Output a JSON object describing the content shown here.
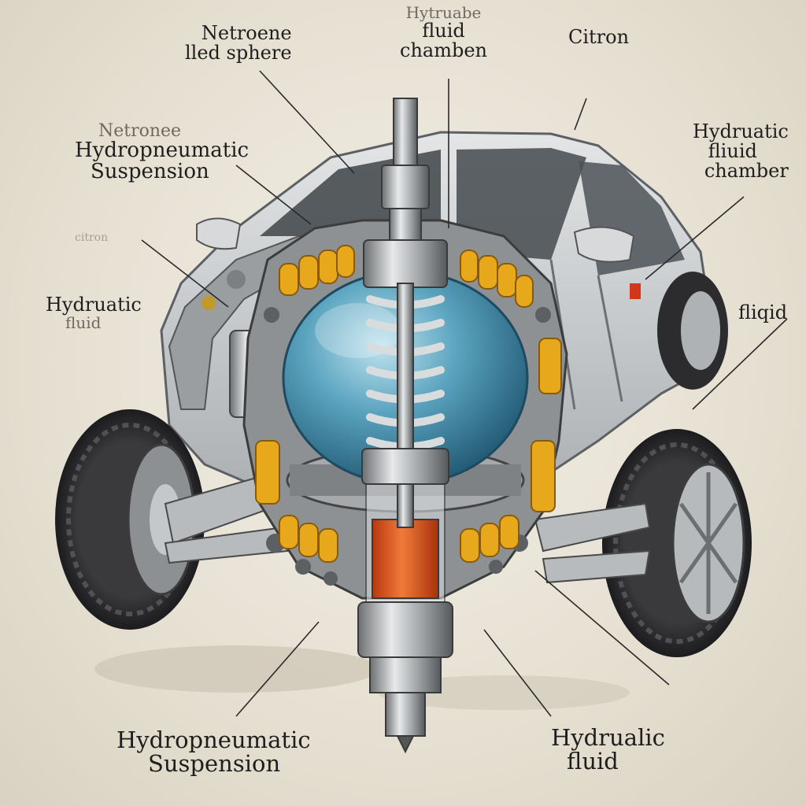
{
  "labels": {
    "top_center": [
      "Hytruabe",
      "fluid",
      "chamben"
    ],
    "top_left_sphere": [
      "Netroene",
      "lled sphere"
    ],
    "top_right_brand": "Citron",
    "left_upper": [
      "Netronee",
      "Hydropneumatic",
      "Suspension"
    ],
    "left_faded": "citron",
    "left_mid": [
      "Hydruatic",
      "fluid"
    ],
    "right_upper": [
      "Hydruatic",
      "fliuid",
      "chamber"
    ],
    "right_mid": "fliqid",
    "bottom_left": [
      "Hydropneumatic",
      "Suspension"
    ],
    "bottom_right": [
      "Hydrualic",
      "fluid"
    ]
  },
  "colors": {
    "background": "#e9e4d8",
    "body": "#c9ccce",
    "sphere": "#4f96b3",
    "fluid": "#e0571d",
    "springs": "#e8a81c",
    "metal": "#a8abad",
    "tire": "#2b2b2d",
    "leader": "#2a2a2a"
  }
}
